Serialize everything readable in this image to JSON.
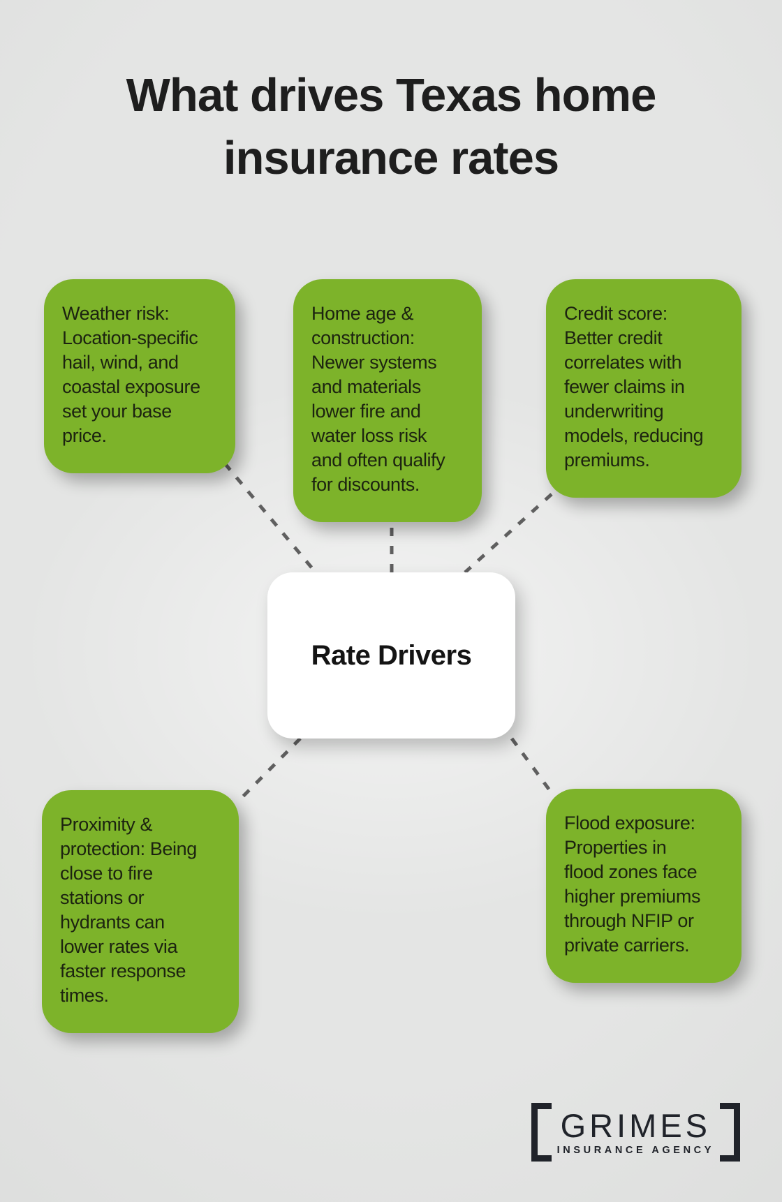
{
  "title": {
    "text": "What drives Texas home\ninsurance rates"
  },
  "center_node": {
    "label": "Rate Drivers"
  },
  "nodes": [
    {
      "id": "weather-risk",
      "text": "Weather risk:\nLocation-specific\nhail, wind, and\ncoastal exposure\nset your base\nprice."
    },
    {
      "id": "home-age-construction",
      "text": "Home age &\nconstruction:\nNewer systems\nand materials\nlower fire and\nwater loss risk\nand often qualify\nfor discounts."
    },
    {
      "id": "credit-score",
      "text": "Credit score:\nBetter credit\ncorrelates with\nfewer claims in\nunderwriting\nmodels, reducing\npremiums."
    },
    {
      "id": "proximity-protection",
      "text": "Proximity &\nprotection: Being\nclose to fire\nstations or\nhydrants can\nlower rates via\nfaster response\ntimes."
    },
    {
      "id": "flood-exposure",
      "text": "Flood exposure:\nProperties in\nflood zones face\nhigher premiums\nthrough NFIP or\nprivate carriers."
    }
  ],
  "logo": {
    "name": "GRIMES",
    "tagline": "INSURANCE AGENCY"
  },
  "colors": {
    "node_green": "#7db32a",
    "background": "#e0e1e0",
    "dash_gray": "#5f5f5f",
    "center_white": "#ffffff",
    "text_dark": "#1c2310",
    "logo_dark": "#20232a"
  }
}
